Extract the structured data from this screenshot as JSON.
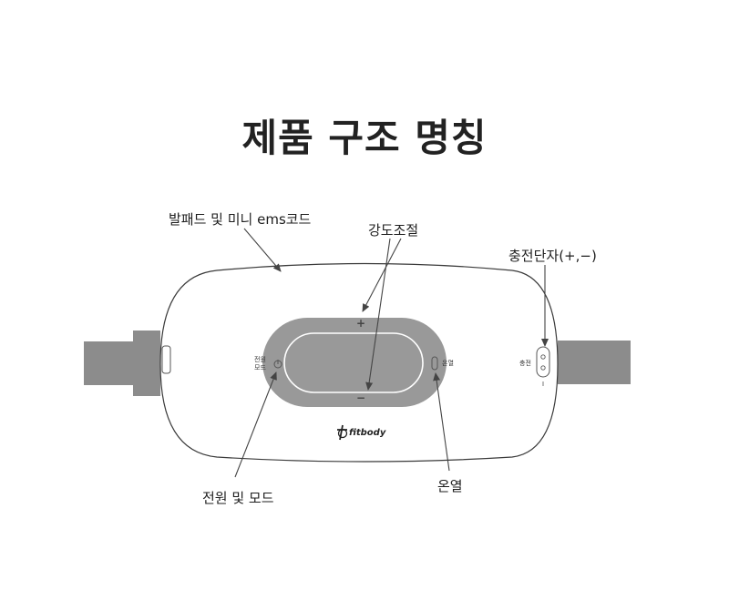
{
  "title": "제품 구조 명칭",
  "callouts": {
    "foot_pad": "발패드 및 미니 ems코드",
    "intensity": "강도조절",
    "charge_terminal": "충전단자(+,−)",
    "power_mode": "전원 및 모드",
    "heat": "온열"
  },
  "device": {
    "left_button_line1": "전원",
    "left_button_line2": "모드",
    "right_button": "온열",
    "charge_port": "충전",
    "plus": "+",
    "minus": "−",
    "brand": "fitbody"
  }
}
